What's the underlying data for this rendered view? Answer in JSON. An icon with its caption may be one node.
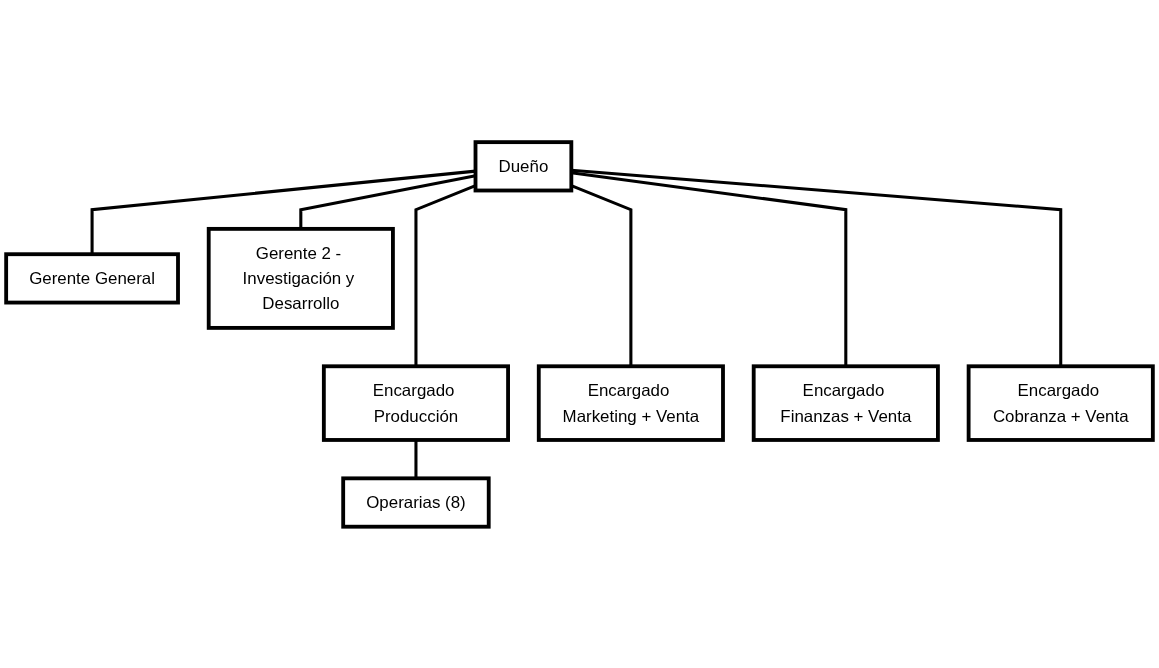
{
  "diagram": {
    "nodes": [
      {
        "text": [
          "Dueño"
        ]
      },
      {
        "text": [
          "Gerente General"
        ]
      },
      {
        "text": [
          "Gerente 2 - Investigación y Desarrollo"
        ]
      },
      {
        "text": [
          "Encargado Producción"
        ]
      },
      {
        "text": [
          "Encargado Marketing + Venta"
        ]
      },
      {
        "text": [
          "Encargado Finanzas + Venta"
        ]
      },
      {
        "text": [
          "Encargado Cobranza + Venta"
        ]
      },
      {
        "text": [
          "Operarias (8)"
        ]
      }
    ],
    "edges": [
      {
        "from": 0,
        "to": 1,
        "arrow": "none"
      },
      {
        "from": 0,
        "to": 2,
        "arrow": "none"
      },
      {
        "from": 0,
        "to": 3,
        "arrow": "none"
      },
      {
        "from": 0,
        "to": 4,
        "arrow": "none"
      },
      {
        "from": 0,
        "to": 5,
        "arrow": "none"
      },
      {
        "from": 0,
        "to": 6,
        "arrow": "none"
      },
      {
        "from": 3,
        "to": 7,
        "arrow": "none"
      }
    ]
  }
}
